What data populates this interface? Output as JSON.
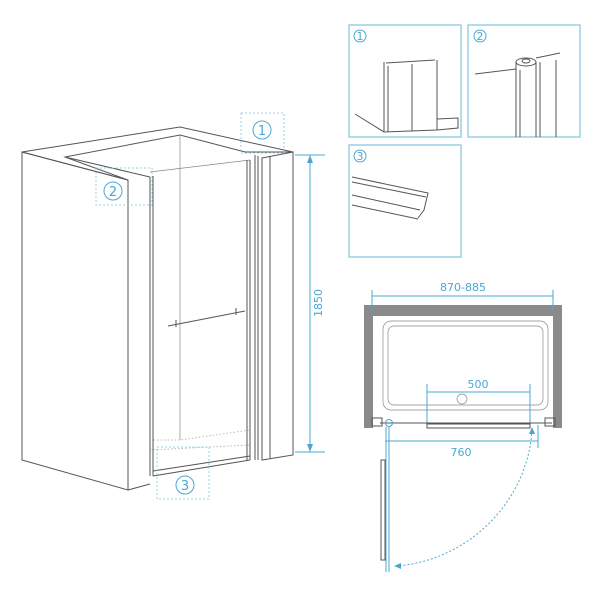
{
  "colors": {
    "accent": "#4aa8d0",
    "wall": "#8a8a8a",
    "line": "#555555"
  },
  "callouts": {
    "c1": "1",
    "c2": "2",
    "c3": "3"
  },
  "dimensions": {
    "height": "1850",
    "width_range": "870-885",
    "handle": "500",
    "door": "760"
  }
}
